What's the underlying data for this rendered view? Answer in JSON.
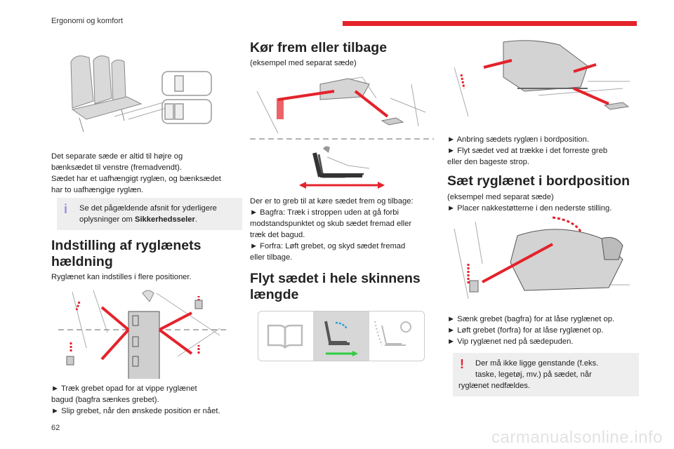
{
  "header": {
    "title": "Ergonomi og komfort"
  },
  "footer": {
    "page_number": "62",
    "watermark": "carmanualsonline.info"
  },
  "colors": {
    "accent": "#e4222b",
    "info": "#9c8ee0",
    "note_bg": "#eeeeee"
  },
  "col1": {
    "p1": [
      "Det separate sæde er altid til højre og",
      "bænksædet til venstre (fremadvendt).",
      "Sædet har et uafhængigt ryglæn, og bænksædet",
      "har to uafhængige ryglæn."
    ],
    "info_line1": "Se det pågældende afsnit for yderligere",
    "info_line2a": "oplysninger om ",
    "info_line2b": "Sikkerhedsseler",
    "info_line2c": ".",
    "heading_line1": "Indstilling af ryglænets",
    "heading_line2": "hældning",
    "p2": "Ryglænet kan indstilles i flere positioner.",
    "p3": [
      "► Træk grebet opad for at vippe ryglænet",
      "bagud (bagfra sænkes grebet).",
      "► Slip grebet, når den ønskede position er nået."
    ]
  },
  "col2": {
    "heading1": "Kør frem eller tilbage",
    "sub1": "(eksempel med separat sæde)",
    "p1": [
      "Der er to greb til at køre sædet frem og tilbage:",
      "► Bagfra: Træk i stroppen uden at gå forbi",
      "modstandspunktet og skub sædet fremad eller",
      "træk det bagud.",
      "► Forfra: Løft grebet, og skyd sædet fremad",
      "eller tilbage."
    ],
    "heading2_line1": "Flyt sædet i hele skinnens",
    "heading2_line2": "længde"
  },
  "col3": {
    "p1": [
      "► Anbring sædets ryglæn i bordposition.",
      "► Flyt sædet ved at trække i det forreste greb",
      "eller den bageste strop."
    ],
    "heading": "Sæt ryglænet i bordposition",
    "sub": "(eksempel med separat sæde)",
    "p2": "► Placer nakkestøtterne i den nederste stilling.",
    "p3": [
      "► Sænk grebet (bagfra) for at låse ryglænet op.",
      "► Løft grebet (forfra) for at låse ryglænet op.",
      "► Vip ryglænet ned på sædepuden."
    ],
    "warn_line1": "Der må ikke ligge genstande (f.eks.",
    "warn_line2": "taske, legetøj, mv.) på sædet, når",
    "warn_line3": "ryglænet nedfældes."
  }
}
